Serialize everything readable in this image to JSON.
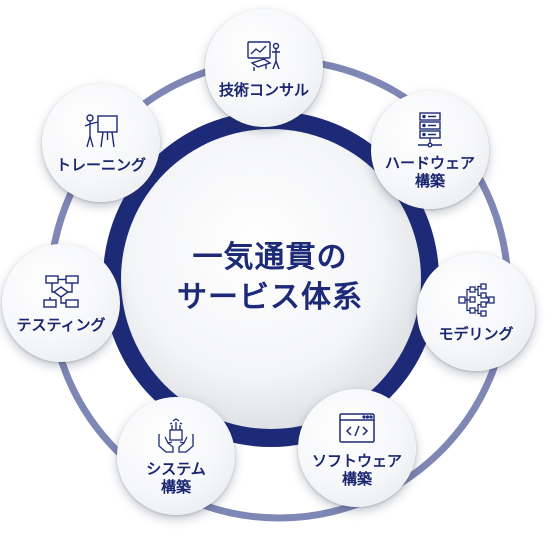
{
  "center": {
    "line1": "一気通貫の",
    "line2": "サービス体系"
  },
  "nodes": [
    {
      "id": "consulting",
      "icon": "presentation-screen-icon",
      "lines": [
        "技術コンサル"
      ]
    },
    {
      "id": "hardware",
      "icon": "server-rack-icon",
      "lines": [
        "ハードウェア",
        "構築"
      ]
    },
    {
      "id": "modeling",
      "icon": "block-diagram-icon",
      "lines": [
        "モデリング"
      ]
    },
    {
      "id": "software",
      "icon": "code-window-icon",
      "lines": [
        "ソフトウェア",
        "構築"
      ]
    },
    {
      "id": "system",
      "icon": "hands-chip-icon",
      "lines": [
        "システム",
        "構築"
      ]
    },
    {
      "id": "testing",
      "icon": "flowchart-icon",
      "lines": [
        "テスティング"
      ]
    },
    {
      "id": "training",
      "icon": "lecturer-board-icon",
      "lines": [
        "トレーニング"
      ]
    }
  ],
  "colors": {
    "navy": "#1d2a78",
    "ring": "#7f87b5",
    "label": "#1a2770"
  }
}
